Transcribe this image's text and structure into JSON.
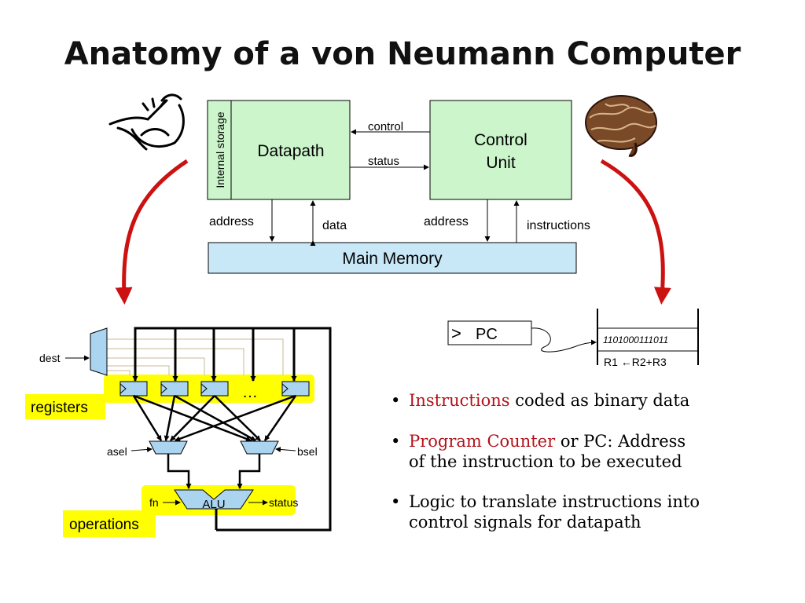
{
  "title": "Anatomy of a von Neumann Computer",
  "colors": {
    "block_fill": "#ccf5cc",
    "memory_fill": "#c8e8f8",
    "highlight": "#ffff00",
    "arrow_red": "#cc1111",
    "bullet_red": "#b3121b"
  },
  "top_diagram": {
    "internal_storage": "Internal storage",
    "datapath": "Datapath",
    "control_unit_line1": "Control",
    "control_unit_line2": "Unit",
    "control": "control",
    "status": "status",
    "address_left": "address",
    "data": "data",
    "address_right": "address",
    "instructions": "instructions",
    "main_memory": "Main Memory"
  },
  "pc_diagram": {
    "pc_label": "PC",
    "pc_symbol": ">",
    "instruction_bits": "1101000111011",
    "instruction_text": "R1 ←R2+R3"
  },
  "datapath_detail": {
    "dest": "dest",
    "registers": "registers",
    "ellipsis": "…",
    "asel": "asel",
    "bsel": "bsel",
    "fn": "fn",
    "alu": "ALU",
    "status": "status",
    "operations": "operations"
  },
  "bullets": [
    {
      "red": "Instructions",
      "rest": " coded as binary data",
      "line2": ""
    },
    {
      "red": "Program Counter",
      "rest": " or PC: Address",
      "line2": "of the instruction to be executed"
    },
    {
      "red": "",
      "rest": "Logic to translate instructions into",
      "line2": "control signals for datapath"
    }
  ],
  "icons": [
    "muscle-arm-icon",
    "brain-icon"
  ]
}
